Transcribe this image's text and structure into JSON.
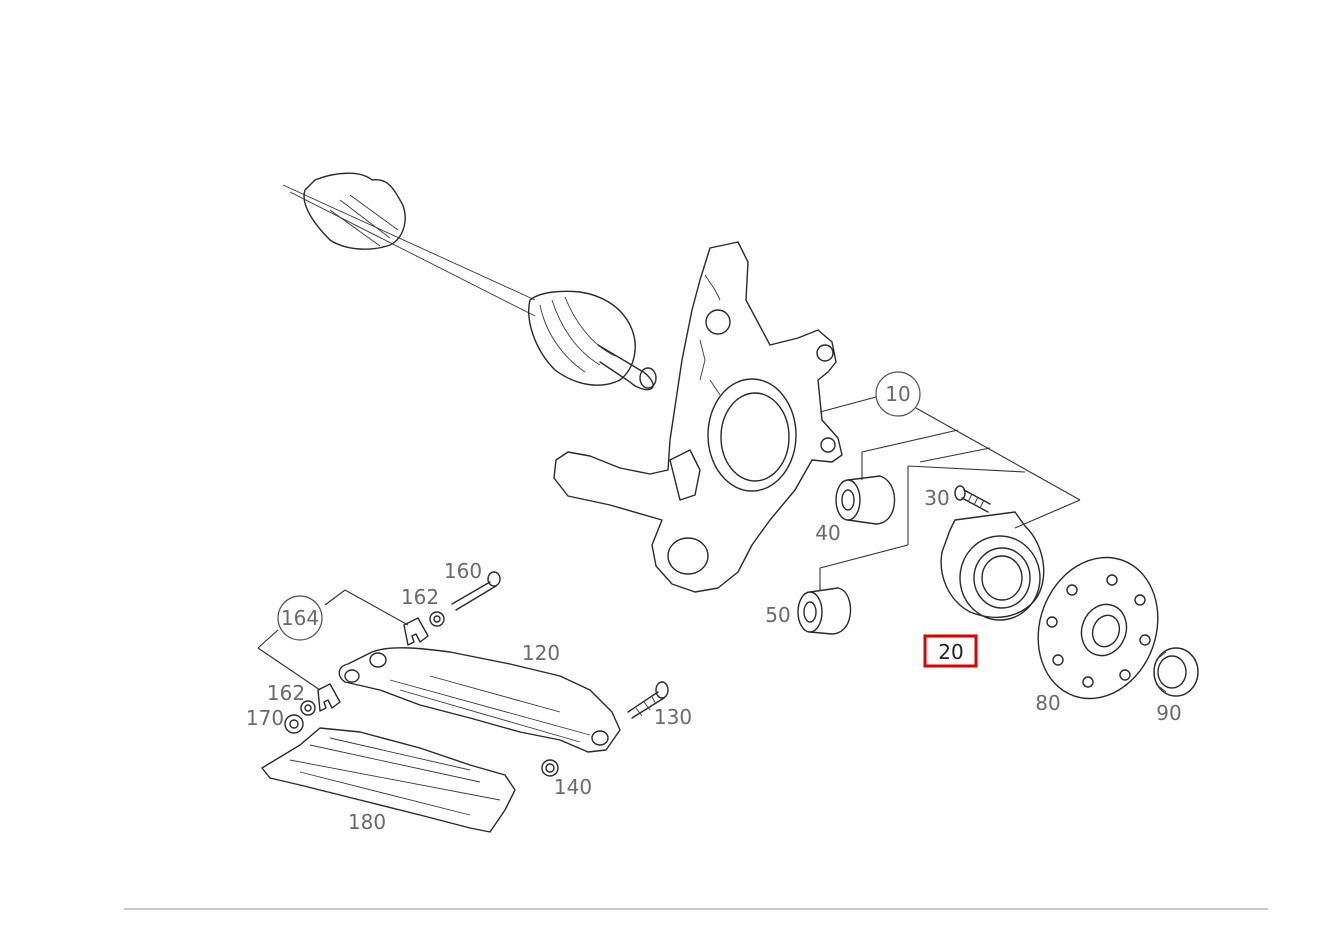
{
  "parts": {
    "p10": "10",
    "p20": "20",
    "p30": "30",
    "p40": "40",
    "p50": "50",
    "p80": "80",
    "p90": "90",
    "p120": "120",
    "p130": "130",
    "p140": "140",
    "p160": "160",
    "p162a": "162",
    "p162b": "162",
    "p164": "164",
    "p170": "170",
    "p180": "180"
  },
  "highlight": {
    "part": "20",
    "color": "#e00000"
  },
  "colors": {
    "line": "#2a2a2a",
    "label": "#6a6a6a",
    "footer_rule": "#bbbbbb"
  }
}
